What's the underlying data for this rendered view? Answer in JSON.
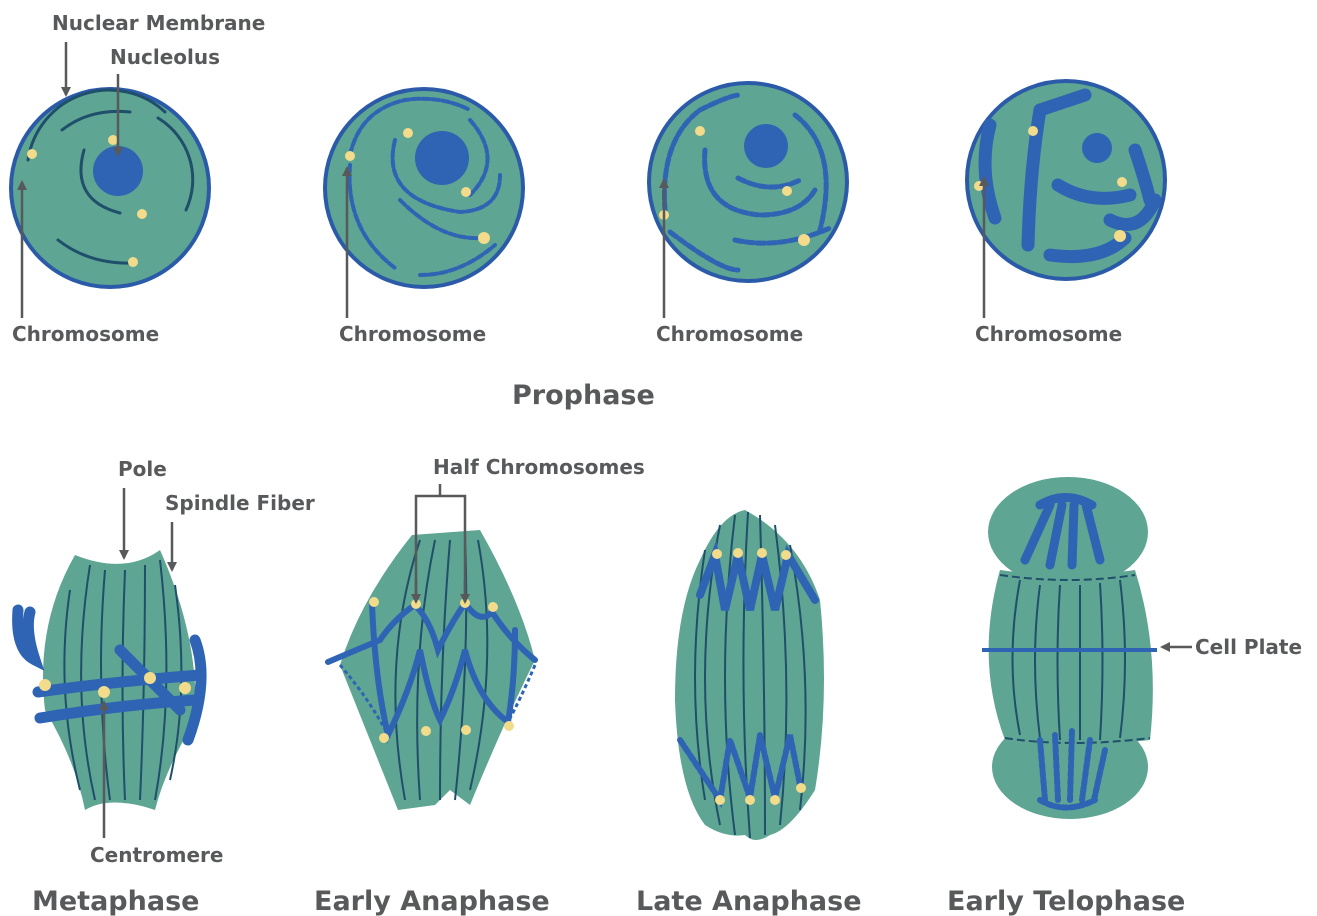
{
  "colors": {
    "cell_fill": "#5ea593",
    "chromosome": "#2f64b5",
    "membrane": "#2a5aa8",
    "fiber": "#1f4f6a",
    "centromere": "#f2dc8c",
    "label": "#58595b"
  },
  "prophase": {
    "title": "Prophase",
    "labels": {
      "nuclear_membrane": "Nuclear Membrane",
      "nucleolus": "Nucleolus",
      "chromosome_1": "Chromosome",
      "chromosome_2": "Chromosome",
      "chromosome_3": "Chromosome",
      "chromosome_4": "Chromosome"
    }
  },
  "metaphase": {
    "title": "Metaphase",
    "labels": {
      "pole": "Pole",
      "spindle_fiber": "Spindle Fiber",
      "centromere": "Centromere"
    }
  },
  "early_anaphase": {
    "title": "Early Anaphase",
    "labels": {
      "half_chromosomes": "Half Chromosomes"
    }
  },
  "late_anaphase": {
    "title": "Late Anaphase"
  },
  "early_telophase": {
    "title": "Early Telophase",
    "labels": {
      "cell_plate": "Cell Plate"
    }
  }
}
